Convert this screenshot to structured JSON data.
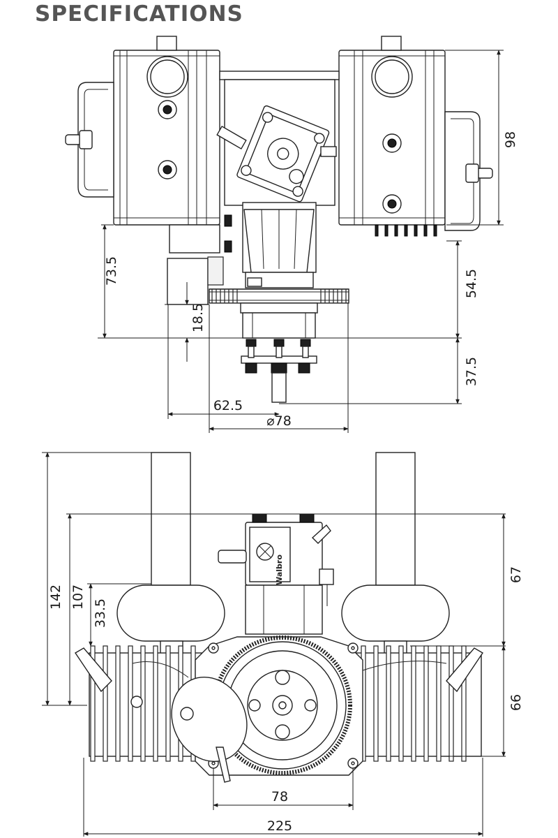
{
  "title": "SPECIFICATIONS",
  "top_view": {
    "dimensions": {
      "height_right": "98",
      "height_left_lower": "73.5",
      "mount_right": "54.5",
      "mount_offset": "18.5",
      "shaft_length": "37.5",
      "mount_width": "62.5",
      "diameter": "⌀78"
    }
  },
  "front_view": {
    "dimensions": {
      "overall_height": "142",
      "height_no_muffler": "107",
      "carb_offset": "33.5",
      "upper_right": "67",
      "lower_right": "66",
      "bolt_spacing": "78",
      "overall_width": "225"
    },
    "carb_label": "Walbro"
  }
}
